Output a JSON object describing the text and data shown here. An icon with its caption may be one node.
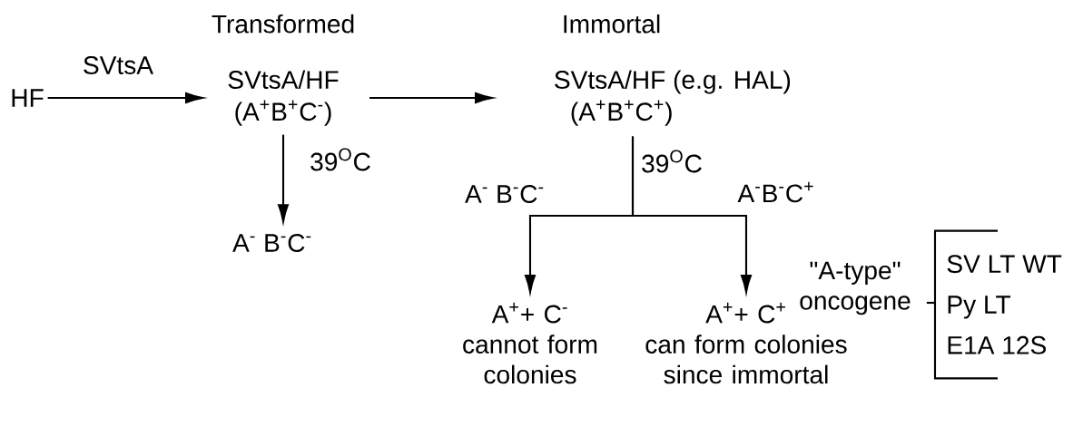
{
  "diagram": {
    "nodes": [
      {
        "text": [
          "HF"
        ]
      },
      {
        "text": [
          "Transformed",
          "SVtsA/HF",
          "(A$^{+}$B$^{+}$C$^{-}$)"
        ]
      },
      {
        "text": [
          "A$^{-}$ B$^{-}$C$^{-}$"
        ]
      },
      {
        "text": [
          "Immortal",
          "SVtsA/HF (e.g. HAL)",
          "(A$^{+}$B$^{+}$C$^{+}$)"
        ]
      },
      {
        "text": [
          "A$^{+}$+ C$^{-}$",
          "cannot form colonies"
        ]
      },
      {
        "text": [
          "A$^{+}$+ C$^{+}$",
          "can form colonies since immortal"
        ]
      },
      {
        "text": [
          "\"A-type\" oncogene"
        ]
      },
      {
        "text": [
          "SV LT WT",
          "Py LT",
          "E1A 12S"
        ]
      }
    ],
    "edges": [
      {
        "from": 0,
        "to": 1,
        "arrow": "to",
        "label": "SVtsA"
      },
      {
        "from": 1,
        "to": 3,
        "arrow": "to"
      },
      {
        "from": 1,
        "to": 2,
        "arrow": "to",
        "label": "39$^{O}$C"
      },
      {
        "from": 3,
        "to": 4,
        "arrow": "to",
        "label": "A$^{-}$ B$^{-}$C$^{-}$"
      },
      {
        "from": 3,
        "to": 5,
        "arrow": "to",
        "label": "A$^{-}$B$^{-}$C$^{+}$"
      },
      {
        "from": 6,
        "to": 7,
        "arrow": "none"
      }
    ],
    "labels": [
      "39$^{O}$C"
    ]
  }
}
